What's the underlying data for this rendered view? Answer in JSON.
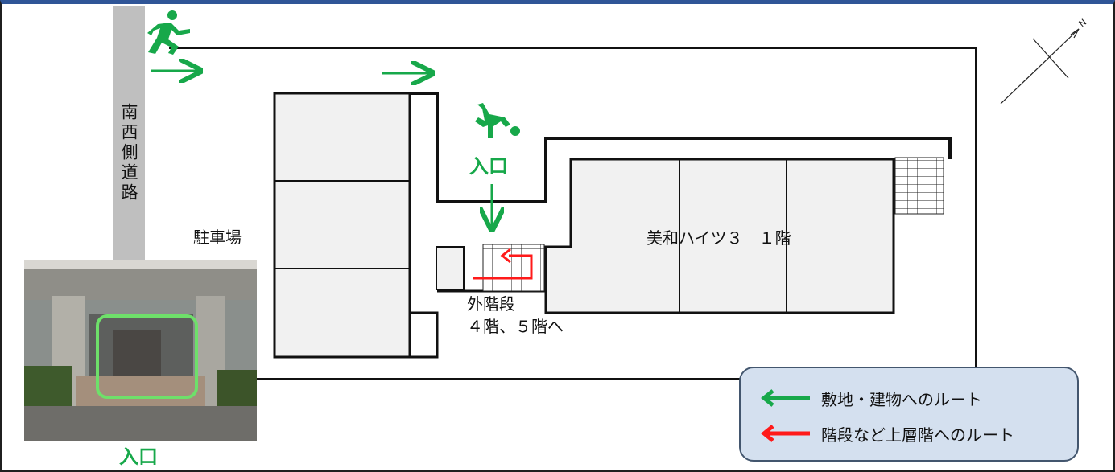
{
  "road": {
    "label": "南西側道路"
  },
  "parking": {
    "label": "駐車場"
  },
  "entrance": {
    "top_label": "入口",
    "photo_label": "入口"
  },
  "building": {
    "label": "美和ハイツ３　１階"
  },
  "stairs": {
    "label_line1": "外階段",
    "label_line2": "４階、５階へ"
  },
  "legend": {
    "items": [
      {
        "label": "敷地・建物へのルート",
        "color": "#17a84a",
        "icon": "green-arrow-left"
      },
      {
        "label": "階段など上層階へのルート",
        "color": "#ff1a1a",
        "icon": "red-arrow-left"
      }
    ]
  },
  "colors": {
    "route_green": "#17a84a",
    "route_red": "#ff1a1a",
    "frame_top": "#2f5597",
    "photo_highlight": "#6ee06a"
  },
  "icons": [
    "running-person-exit-icon",
    "running-person-entrance-icon",
    "north-arrow-icon"
  ]
}
